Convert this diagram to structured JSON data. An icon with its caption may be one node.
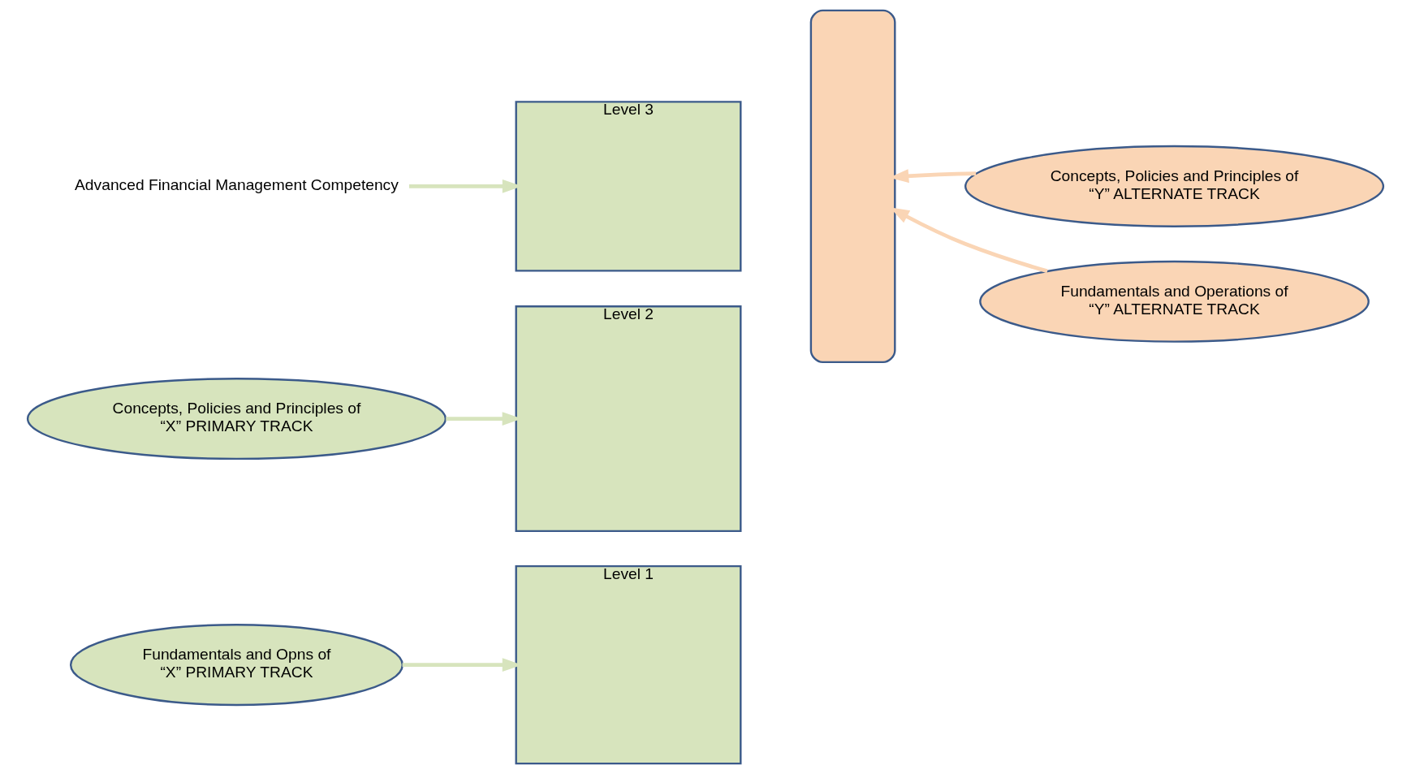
{
  "diagram": {
    "nodes": [
      {
        "text": [
          "Level 3"
        ]
      },
      {
        "text": [
          "Advanced Financial Management Competency"
        ]
      },
      {
        "text": [],
        "shape": "band"
      },
      {
        "text": [
          "Concepts, Policies and Principles of",
          "“Y” ALTERNATE TRACK"
        ]
      },
      {
        "text": [
          "Level 2"
        ]
      },
      {
        "text": [
          "Fundamentals and Operations of",
          "“Y” ALTERNATE TRACK"
        ]
      },
      {
        "text": [
          "Concepts, Policies and Principles of",
          "“X” PRIMARY TRACK"
        ]
      },
      {
        "text": [
          "Level 1"
        ]
      },
      {
        "text": [
          "Fundamentals and Opns of",
          "“X” PRIMARY TRACK"
        ]
      }
    ],
    "edges": [
      {
        "from": 1,
        "to": 0,
        "arrow": "to"
      },
      {
        "from": 3,
        "to": 2,
        "arrow": "to",
        "color": "#fad5b5"
      },
      {
        "from": 5,
        "to": 2,
        "arrow": "to",
        "color": "#fad5b5"
      },
      {
        "from": 6,
        "to": 4,
        "arrow": "to"
      },
      {
        "from": 8,
        "to": 7,
        "arrow": "to"
      }
    ]
  }
}
